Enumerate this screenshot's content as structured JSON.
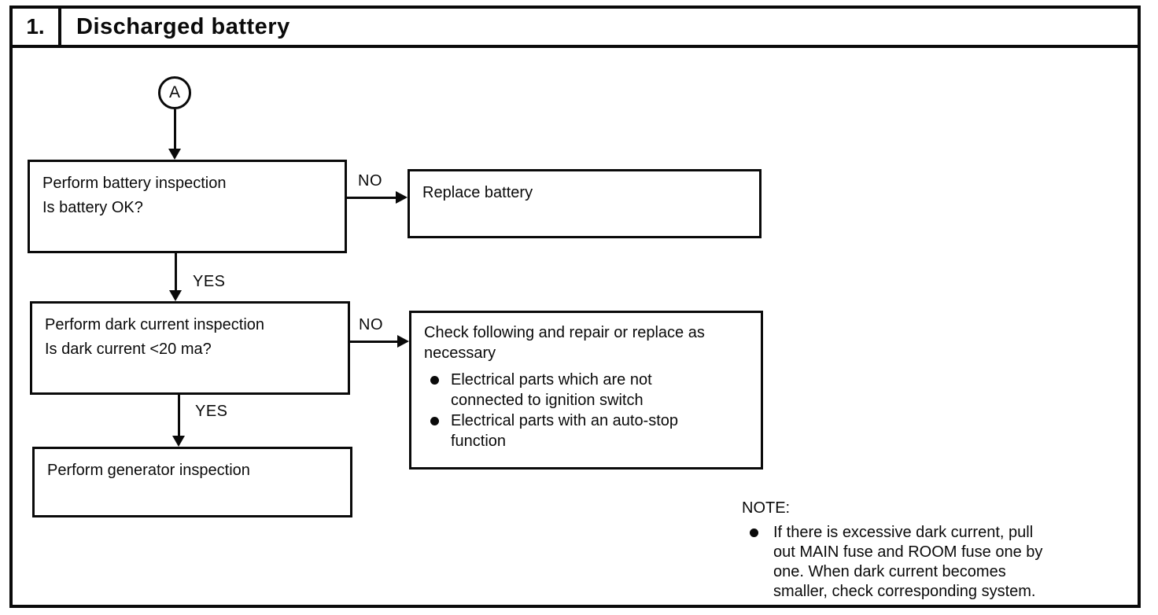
{
  "header": {
    "number": "1.",
    "title": "Discharged battery"
  },
  "flowchart": {
    "connector_label": "A",
    "battery_box": {
      "line1": "Perform battery inspection",
      "line2": "Is battery OK?"
    },
    "no_label_1": "NO",
    "yes_label_1": "YES",
    "replace_box": {
      "line1": "Replace battery"
    },
    "dark_current_box": {
      "line1": "Perform dark current inspection",
      "line2": "Is dark current <20 ma?"
    },
    "no_label_2": "NO",
    "yes_label_2": "YES",
    "check_box": {
      "line1": "Check following and repair or replace as necessary",
      "bullets": [
        "Electrical parts which are not connected to ignition switch",
        "Electrical parts with an auto-stop function"
      ]
    },
    "generator_box": {
      "line1": "Perform generator inspection"
    }
  },
  "note": {
    "label": "NOTE:",
    "bullets": [
      "If there is excessive dark current, pull out MAIN fuse and ROOM fuse one by one. When dark current becomes smaller, check corresponding system."
    ]
  }
}
